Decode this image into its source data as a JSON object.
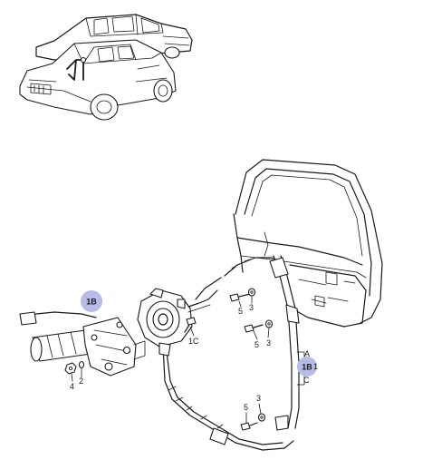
{
  "colors": {
    "line": "#1a1a1a",
    "background": "#ffffff",
    "callout_highlight": "#b6bce6"
  },
  "callouts": {
    "motor_badge": "1B",
    "regulator_badge": "1B",
    "regulator_a": "A",
    "regulator_c": "C",
    "regulator_bracket_1": "1",
    "motor_bolt_1c": "1C"
  },
  "part_numbers": {
    "upper_bolt": "5",
    "upper_washer": "3",
    "mid_bolt": "5",
    "mid_washer": "3",
    "lower_bolt": "5",
    "lower_washer": "3",
    "nut": "4",
    "small_washer": "2"
  }
}
